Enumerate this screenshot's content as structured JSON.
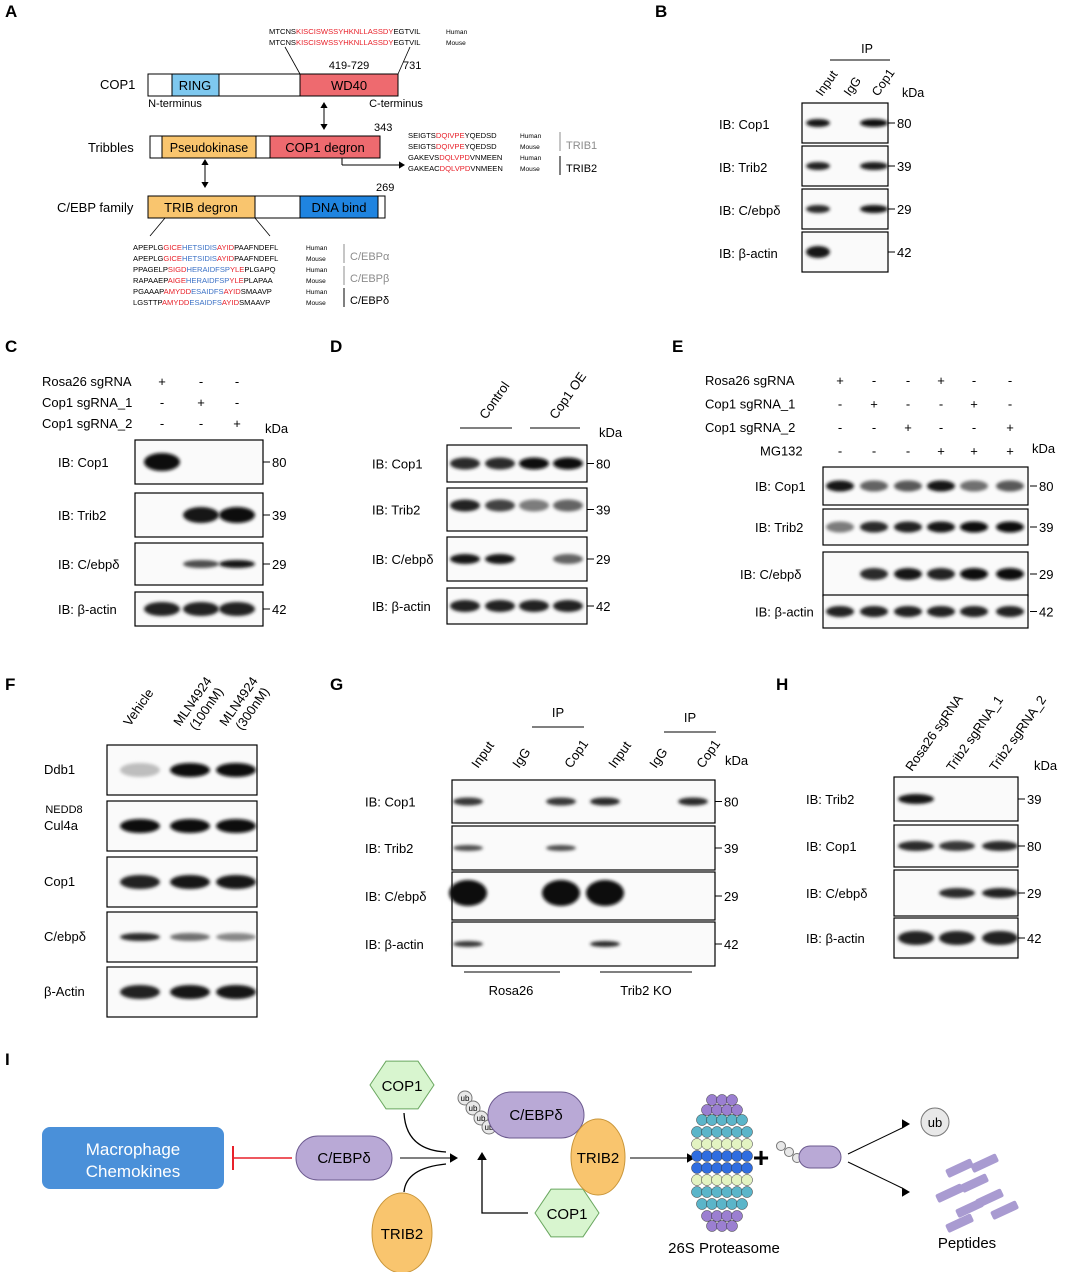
{
  "colors": {
    "red": "#e8212a",
    "blue": "#3c72c6",
    "grey": "#8c8c8c",
    "ring": "#7ec8ef",
    "wd40": "#ee6a6f",
    "pseudo": "#f9c56e",
    "degron": "#ee6a6f",
    "trib": "#f9c56e",
    "dna": "#1f84e0"
  },
  "panel_a": {
    "label": "A",
    "cop1": {
      "name": "COP1",
      "ring": "RING",
      "wd40": "WD40",
      "range": "419-729",
      "end": "731",
      "n_term": "N-terminus",
      "c_term": "C-terminus",
      "seqs": [
        {
          "pre": "MTCNS",
          "mid": "KISCISWSSYHKNLLASSDY",
          "post": "EGTVIL",
          "species": "Human"
        },
        {
          "pre": "MTCNS",
          "mid": "KISCISWSSYHKNLLASSDY",
          "post": "EGTVIL",
          "species": "Mouse"
        }
      ]
    },
    "tribbles": {
      "name": "Tribbles",
      "pseudo": "Pseudokinase",
      "degron": "COP1 degron",
      "end": "343",
      "seqs": [
        {
          "pre": "SEIGTS",
          "mid": "DQIVPE",
          "post": "YQEDSD",
          "species": "Human",
          "group": "TRIB1"
        },
        {
          "pre": "SEIGTS",
          "mid": "DQIVPE",
          "post": "YQEDSD",
          "species": "Mouse",
          "group": ""
        },
        {
          "pre": "GAKEVS",
          "mid": "DQLVPD",
          "post": "VNMEEN",
          "species": "Human",
          "group": "TRIB2"
        },
        {
          "pre": "GAKEAC",
          "mid": "DQLVPD",
          "post": "VNMEEN",
          "species": "Mouse",
          "group": ""
        }
      ]
    },
    "cebp": {
      "name": "C/EBP family",
      "trib": "TRIB degron",
      "dna": "DNA bind",
      "end": "269",
      "seqs": [
        {
          "parts": [
            [
              "APEPLG",
              0
            ],
            [
              "GICE",
              1
            ],
            [
              "HETSIDIS",
              2
            ],
            [
              "AYID",
              1
            ],
            [
              "PAAFNDEFL",
              0
            ]
          ],
          "species": "Human",
          "group": "C/EBPα"
        },
        {
          "parts": [
            [
              "APEPLG",
              0
            ],
            [
              "GICE",
              1
            ],
            [
              "HETSIDIS",
              2
            ],
            [
              "AYID",
              1
            ],
            [
              "PAAFNDEFL",
              0
            ]
          ],
          "species": "Mouse",
          "group": ""
        },
        {
          "parts": [
            [
              "PPAGELP",
              0
            ],
            [
              "SIGD",
              1
            ],
            [
              "HERAIDFSP",
              2
            ],
            [
              "YLE",
              1
            ],
            [
              "PLGAPQ",
              0
            ]
          ],
          "species": "Human",
          "group": "C/EBPβ"
        },
        {
          "parts": [
            [
              "RAPAAEP",
              0
            ],
            [
              "AIGE",
              1
            ],
            [
              "HERAIDFSP",
              2
            ],
            [
              "YLE",
              1
            ],
            [
              "PLAPAA",
              0
            ]
          ],
          "species": "Mouse",
          "group": ""
        },
        {
          "parts": [
            [
              "PGAAAP",
              0
            ],
            [
              "AMYDD",
              1
            ],
            [
              "ESAIDFS",
              2
            ],
            [
              "AYID",
              1
            ],
            [
              "SMAAVP",
              0
            ]
          ],
          "species": "Human",
          "group": "C/EBPδ"
        },
        {
          "parts": [
            [
              "LGSTTP",
              0
            ],
            [
              "AMYDD",
              1
            ],
            [
              "ESAIDFS",
              2
            ],
            [
              "AYID",
              1
            ],
            [
              "SMAAVP",
              0
            ]
          ],
          "species": "Mouse",
          "group": ""
        }
      ]
    }
  },
  "panel_b": {
    "label": "B",
    "ip": "IP",
    "lanes": [
      "Input",
      "IgG",
      "Cop1"
    ],
    "kda": "kDa",
    "rows": [
      {
        "ib": "IB: Cop1",
        "mw": "80"
      },
      {
        "ib": "IB: Trib2",
        "mw": "39"
      },
      {
        "ib": "IB: C/ebpδ",
        "mw": "29"
      },
      {
        "ib": "IB: β-actin",
        "mw": "42"
      }
    ]
  },
  "panel_c": {
    "label": "C",
    "conditions": [
      {
        "name": "Rosa26 sgRNA",
        "signs": [
          "+",
          "-",
          "-"
        ]
      },
      {
        "name": "Cop1 sgRNA_1",
        "signs": [
          "-",
          "+",
          "-"
        ]
      },
      {
        "name": "Cop1 sgRNA_2",
        "signs": [
          "-",
          "-",
          "+"
        ]
      }
    ],
    "kda": "kDa",
    "rows": [
      {
        "ib": "IB: Cop1",
        "mw": "80"
      },
      {
        "ib": "IB: Trib2",
        "mw": "39"
      },
      {
        "ib": "IB: C/ebpδ",
        "mw": "29"
      },
      {
        "ib": "IB: β-actin",
        "mw": "42"
      }
    ]
  },
  "panel_d": {
    "label": "D",
    "groups": [
      "Control",
      "Cop1 OE"
    ],
    "kda": "kDa",
    "rows": [
      {
        "ib": "IB: Cop1",
        "mw": "80"
      },
      {
        "ib": "IB: Trib2",
        "mw": "39"
      },
      {
        "ib": "IB: C/ebpδ",
        "mw": "29"
      },
      {
        "ib": "IB: β-actin",
        "mw": "42"
      }
    ]
  },
  "panel_e": {
    "label": "E",
    "conditions": [
      {
        "name": "Rosa26 sgRNA",
        "signs": [
          "+",
          "-",
          "-",
          "+",
          "-",
          "-"
        ]
      },
      {
        "name": "Cop1 sgRNA_1",
        "signs": [
          "-",
          "+",
          "-",
          "-",
          "+",
          "-"
        ]
      },
      {
        "name": "Cop1 sgRNA_2",
        "signs": [
          "-",
          "-",
          "+",
          "-",
          "-",
          "+"
        ]
      },
      {
        "name": "MG132",
        "signs": [
          "-",
          "-",
          "-",
          "+",
          "+",
          "+"
        ]
      }
    ],
    "kda": "kDa",
    "rows": [
      {
        "ib": "IB: Cop1",
        "mw": "80"
      },
      {
        "ib": "IB: Trib2",
        "mw": "39"
      },
      {
        "ib": "IB: C/ebpδ",
        "mw": "29"
      },
      {
        "ib": "IB: β-actin",
        "mw": "42"
      }
    ]
  },
  "panel_f": {
    "label": "F",
    "lanes": [
      "Vehicle",
      "MLN4924\n(100nM)",
      "MLN4924\n(300nM)"
    ],
    "nedd8": "NEDD8",
    "rows": [
      "Ddb1",
      "Cul4a",
      "Cop1",
      "C/ebpδ",
      "β-Actin"
    ]
  },
  "panel_g": {
    "label": "G",
    "ip": "IP",
    "lanes": [
      "Input",
      "IgG",
      "Cop1",
      "Input",
      "IgG",
      "Cop1"
    ],
    "kda": "kDa",
    "groups": [
      "Rosa26",
      "Trib2 KO"
    ],
    "rows": [
      {
        "ib": "IB: Cop1",
        "mw": "80"
      },
      {
        "ib": "IB: Trib2",
        "mw": "39"
      },
      {
        "ib": "IB: C/ebpδ",
        "mw": "29"
      },
      {
        "ib": "IB: β-actin",
        "mw": "42"
      }
    ]
  },
  "panel_h": {
    "label": "H",
    "lanes": [
      "Rosa26 sgRNA",
      "Trib2 sgRNA_1",
      "Trib2 sgRNA_2"
    ],
    "kda": "kDa",
    "rows": [
      {
        "ib": "IB: Trib2",
        "mw": "39"
      },
      {
        "ib": "IB: Cop1",
        "mw": "80"
      },
      {
        "ib": "IB: C/ebpδ",
        "mw": "29"
      },
      {
        "ib": "IB: β-actin",
        "mw": "42"
      }
    ]
  },
  "panel_i": {
    "label": "I",
    "macrophage": [
      "Macrophage",
      "Chemokines"
    ],
    "cebpd": "C/EBPδ",
    "cop1": "COP1",
    "trib2": "TRIB2",
    "ub": "ub",
    "plus": "+",
    "proteasome": "26S Proteasome",
    "peptides": "Peptides"
  }
}
